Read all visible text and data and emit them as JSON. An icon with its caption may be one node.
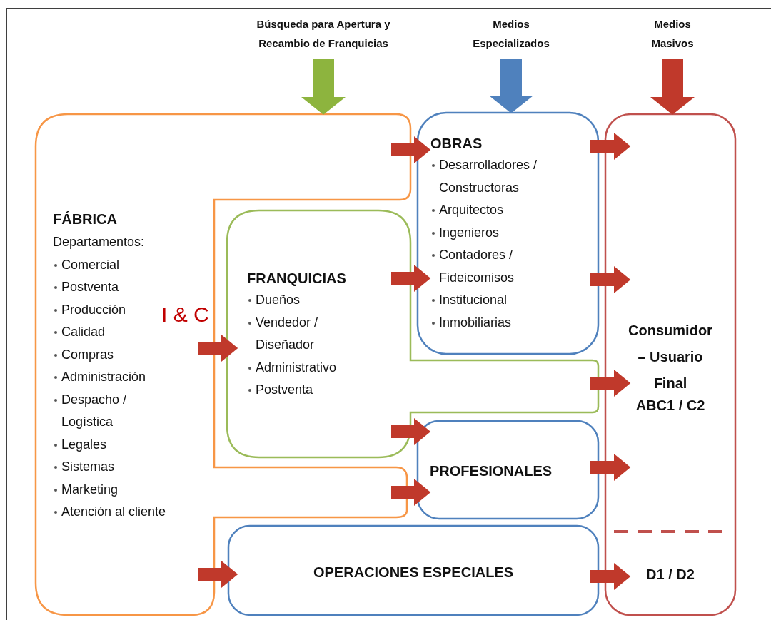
{
  "diagram": {
    "nodes": [
      {
        "text": [
          "FÁBRICA",
          "Departamentos:",
          "Comercial",
          "Postventa",
          "Producción",
          "Calidad",
          "Compras",
          "Administración",
          "Despacho / Logística",
          "Legales",
          "Sistemas",
          "Marketing",
          "Atención al cliente"
        ]
      },
      {
        "text": [
          "OBRAS",
          "Desarrolladores / Constructoras",
          "Arquitectos",
          "Ingenieros",
          "Contadores / Fideicomisos",
          "Institucional",
          "Inmobiliarias"
        ]
      },
      {
        "text": [
          "FRANQUICIAS",
          "Dueños",
          "Vendedor / Diseñador",
          "Administrativo",
          "Postventa"
        ]
      },
      {
        "text": [
          "PROFESIONALES"
        ]
      },
      {
        "text": [
          "OPERACIONES ESPECIALES"
        ]
      },
      {
        "text": [
          "Consumidor – Usuario Final",
          "ABC1 / C2",
          "D1 / D2"
        ]
      },
      {
        "text": [
          "Búsqueda para Apertura y Recambio de Franquicias"
        ]
      },
      {
        "text": [
          "Medios Especializados"
        ]
      },
      {
        "text": [
          "Medios Masivos"
        ]
      }
    ],
    "edges": [
      {
        "from": 6,
        "to": 0,
        "arrow": "to",
        "color": "#8db43e"
      },
      {
        "from": 7,
        "to": 1,
        "arrow": "to",
        "color": "#4f81bd"
      },
      {
        "from": 8,
        "to": 5,
        "arrow": "to"
      },
      {
        "from": 0,
        "to": 1,
        "arrow": "to"
      },
      {
        "from": 0,
        "to": 2,
        "arrow": "to"
      },
      {
        "from": 2,
        "to": 1,
        "arrow": "to"
      },
      {
        "from": 2,
        "to": 3,
        "arrow": "to"
      },
      {
        "from": 0,
        "to": 3,
        "arrow": "to"
      },
      {
        "from": 0,
        "to": 4,
        "arrow": "to"
      },
      {
        "from": 1,
        "to": 5,
        "arrow": "to"
      },
      {
        "from": 1,
        "to": 5,
        "arrow": "to"
      },
      {
        "from": 2,
        "to": 5,
        "arrow": "to"
      },
      {
        "from": 3,
        "to": 5,
        "arrow": "to"
      },
      {
        "from": 4,
        "to": 5,
        "arrow": "to"
      }
    ],
    "labels": [
      "I & C"
    ]
  }
}
